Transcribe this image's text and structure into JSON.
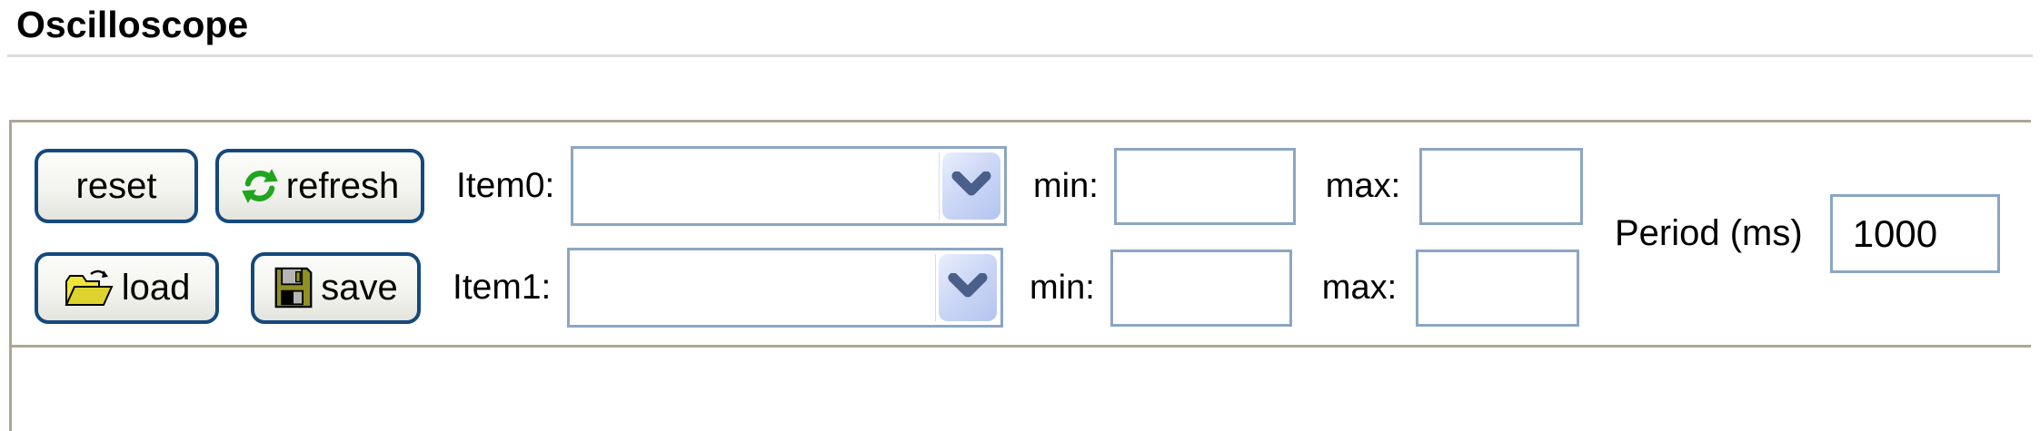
{
  "header": {
    "title": "Oscilloscope"
  },
  "toolbar": {
    "buttons": {
      "reset": "reset",
      "refresh": "refresh",
      "load": "load",
      "save": "save"
    },
    "rows": [
      {
        "item_label": "Item0:",
        "item_value": "",
        "min_label": "min:",
        "min_value": "",
        "max_label": "max:",
        "max_value": ""
      },
      {
        "item_label": "Item1:",
        "item_value": "",
        "min_label": "min:",
        "min_value": "",
        "max_label": "max:",
        "max_value": ""
      }
    ],
    "period": {
      "label": "Period (ms)",
      "value": "1000"
    }
  },
  "icons": {
    "refresh": "refresh-icon",
    "load": "folder-open-icon",
    "save": "floppy-disk-icon",
    "dropdown": "chevron-down-icon"
  },
  "colors": {
    "panel_border": "#aba696",
    "title_rule": "#dcdcdc",
    "button_border": "#15497d",
    "input_border": "#8aa6c3",
    "refresh_green": "#1fa51f",
    "chevron": "#4a608a",
    "folder_yellow": "#efe63a",
    "floppy_olive": "#8f9120"
  }
}
